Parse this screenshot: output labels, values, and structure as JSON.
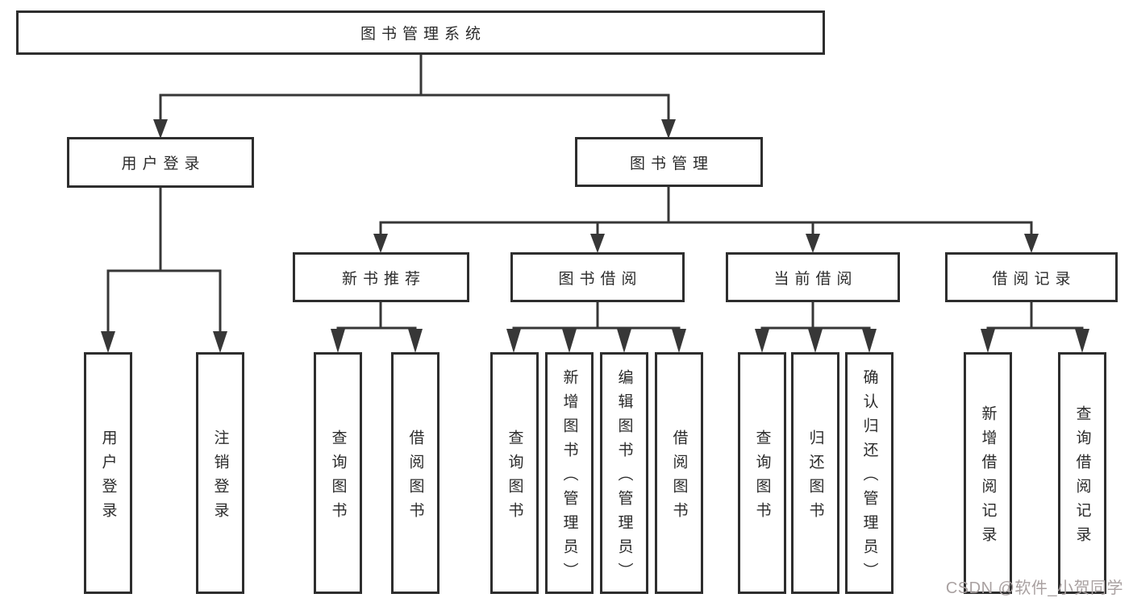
{
  "tree": {
    "root": {
      "label": "图书管理系统"
    },
    "children": [
      {
        "label": "用户登录",
        "children": [
          {
            "label": "用户登录"
          },
          {
            "label": "注销登录"
          }
        ]
      },
      {
        "label": "图书管理",
        "children": [
          {
            "label": "新书推荐",
            "children": [
              {
                "label": "查询图书"
              },
              {
                "label": "借阅图书"
              }
            ]
          },
          {
            "label": "图书借阅",
            "children": [
              {
                "label": "查询图书"
              },
              {
                "label": "新增图书（管理员）"
              },
              {
                "label": "编辑图书（管理员）"
              },
              {
                "label": "借阅图书"
              }
            ]
          },
          {
            "label": "当前借阅",
            "children": [
              {
                "label": "查询图书"
              },
              {
                "label": "归还图书"
              },
              {
                "label": "确认归还（管理员）"
              }
            ]
          },
          {
            "label": "借阅记录",
            "children": [
              {
                "label": "新增借阅记录"
              },
              {
                "label": "查询借阅记录"
              }
            ]
          }
        ]
      }
    ]
  },
  "watermark": {
    "text": "CSDN @软件_小贺同学",
    "color": "#a9a1a1"
  },
  "colors": {
    "line": "#373737",
    "box_border": "#2e2e2e",
    "box_fill": "#ffffff",
    "text": "#2b2b2b"
  }
}
